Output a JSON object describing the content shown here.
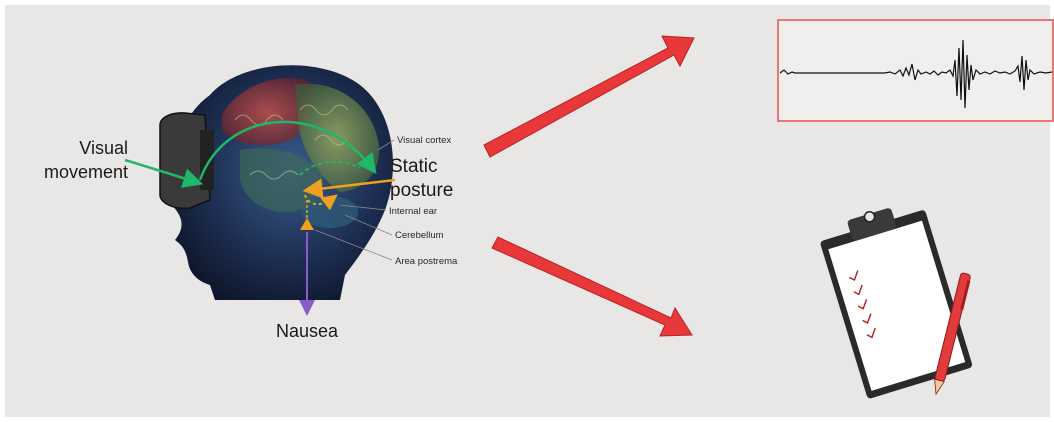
{
  "labels": {
    "visual_movement_line1": "Visual",
    "visual_movement_line2": "movement",
    "static_posture_line1": "Static",
    "static_posture_line2": "posture",
    "nausea": "Nausea",
    "visual_cortex": "Visual cortex",
    "internal_ear": "Internal ear",
    "cerebellum": "Cerebellum",
    "area_postrema": "Area postrema"
  },
  "colors": {
    "background": "#e9e7e5",
    "arrow_red": "#e8383a",
    "green_path": "#1fb86a",
    "orange_path": "#f0a020",
    "purple_path": "#8a5cc8",
    "signal_frame": "#e86a6a"
  },
  "icons": {
    "head": "head-with-vr-headset-icon",
    "signal": "eeg-signal-icon",
    "clipboard": "questionnaire-clipboard-icon",
    "pen": "red-pen-icon"
  }
}
